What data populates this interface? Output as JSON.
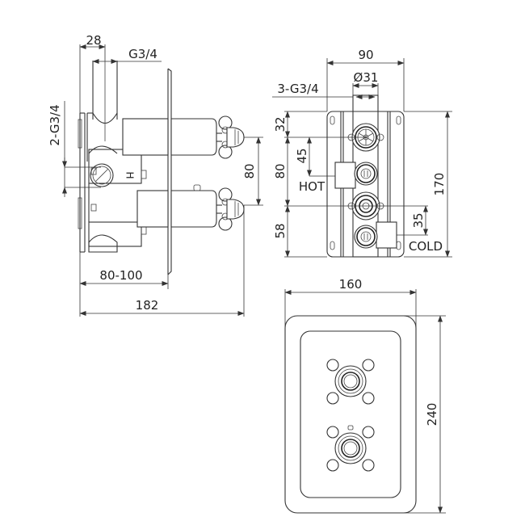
{
  "drawing": {
    "side_view": {
      "dims": {
        "pipe_offset": "28",
        "outlet_thread": "G3/4",
        "inlet_threads": "2-G3/4",
        "handle_spacing": "80",
        "wall_depth": "80-100",
        "total_depth": "182"
      },
      "marks": {
        "hot_marker": "H"
      }
    },
    "back_view": {
      "dims": {
        "width": "90",
        "bore_diameter": "Ø31",
        "threads": "3-G3/4",
        "top_offset": "32",
        "hot_offset": "45",
        "center_spacing": "80",
        "bottom_offset": "58",
        "cold_offset": "35",
        "height": "170"
      },
      "labels": {
        "hot": "HOT",
        "cold": "COLD"
      }
    },
    "front_view": {
      "dims": {
        "width": "160",
        "height": "240"
      }
    }
  }
}
